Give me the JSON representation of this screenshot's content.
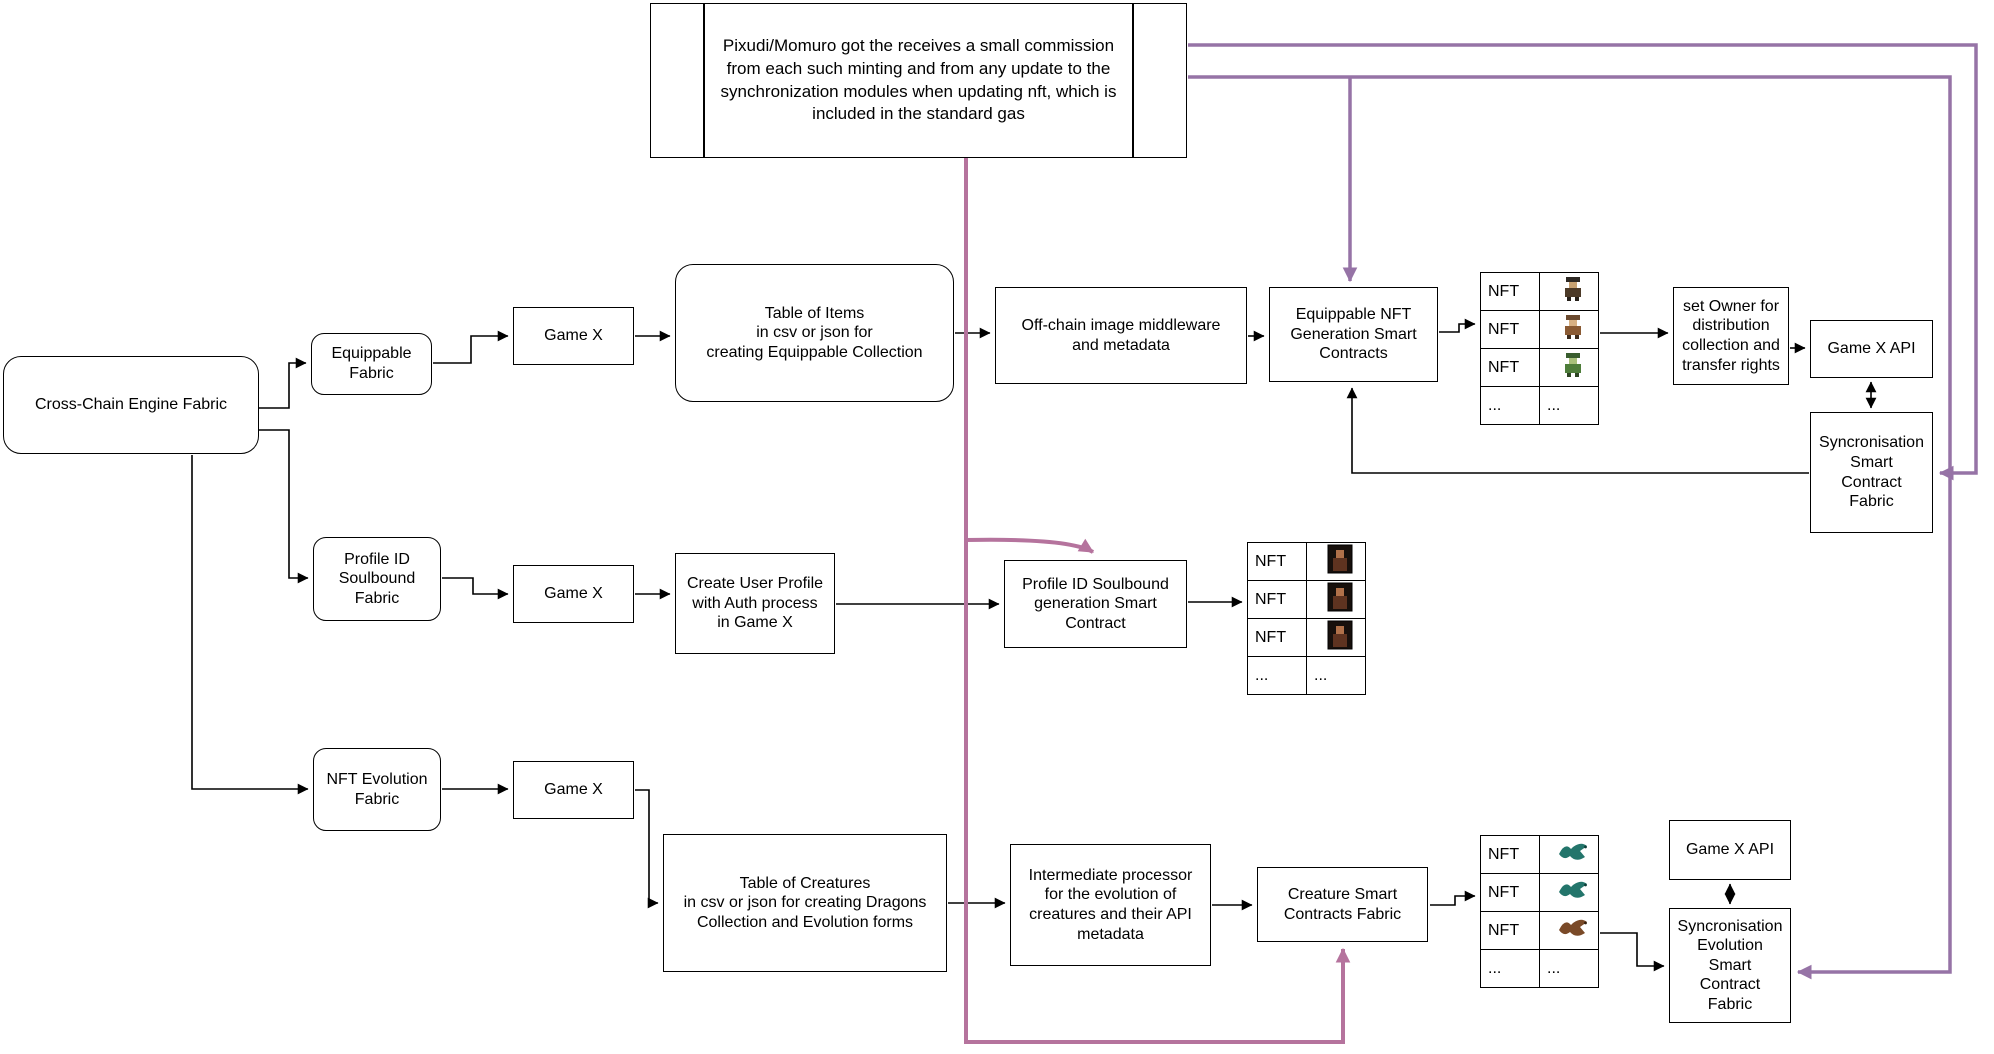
{
  "note": {
    "text": "Pixudi/Momuro got the receives a small commission from each such minting and from any update to the synchronization modules when updating nft, which is included in the standard gas"
  },
  "colors": {
    "connector_black": "#000000",
    "connector_purple": "#9673a6",
    "connector_pink": "#b5739d"
  },
  "nodes": {
    "cross_chain_engine_fabric": "Cross-Chain Engine Fabric",
    "equippable_fabric": "Equippable\nFabric",
    "game_x_equippable": "Game X",
    "table_of_items": "Table of Items\nin csv or json for\ncreating Equippable Collection",
    "offchain_middleware": "Off-chain image middleware\nand metadata",
    "equippable_nft_generation": "Equippable NFT\nGeneration Smart\nContracts",
    "set_owner": "set Owner for\ndistribution\ncollection and\ntransfer rights",
    "game_x_api_top": "Game X API",
    "syncronisation_smart_contract_fabric": "Syncronisation\nSmart\nContract\nFabric",
    "profile_id_soulbound_fabric": "Profile ID\nSoulbound\nFabric",
    "game_x_profile": "Game X",
    "create_user_profile": "Create User Profile\nwith Auth process\nin Game X",
    "profile_id_soulbound_generation": "Profile ID Soulbound\ngeneration Smart\nContract",
    "nft_evolution_fabric": "NFT Evolution\nFabric",
    "game_x_evolution": "Game X",
    "table_of_creatures": "Table of Creatures\nin csv or json for creating Dragons\nCollection and Evolution forms",
    "intermediate_processor": "Intermediate processor\nfor the evolution of\ncreatures and their API\nmetadata",
    "creature_smart_contracts_fabric": "Creature Smart\nContracts Fabric",
    "game_x_api_bottom": "Game X API",
    "syncronisation_evolution_fabric": "Syncronisation\nEvolution\nSmart\nContract\nFabric"
  },
  "nft_tables": {
    "equippable": {
      "sprites": [
        "character-dark",
        "character-brown",
        "character-green"
      ],
      "rows": [
        {
          "label": "NFT"
        },
        {
          "label": "NFT"
        },
        {
          "label": "NFT"
        },
        {
          "label": "...",
          "value": "..."
        }
      ]
    },
    "profile": {
      "sprites": [
        "portrait",
        "portrait",
        "portrait"
      ],
      "rows": [
        {
          "label": "NFT"
        },
        {
          "label": "NFT"
        },
        {
          "label": "NFT"
        },
        {
          "label": "...",
          "value": "..."
        }
      ]
    },
    "evolution": {
      "sprites": [
        "dragon-teal",
        "dragon-teal",
        "dragon-brown"
      ],
      "rows": [
        {
          "label": "NFT"
        },
        {
          "label": "NFT"
        },
        {
          "label": "NFT"
        },
        {
          "label": "...",
          "value": "..."
        }
      ]
    }
  }
}
